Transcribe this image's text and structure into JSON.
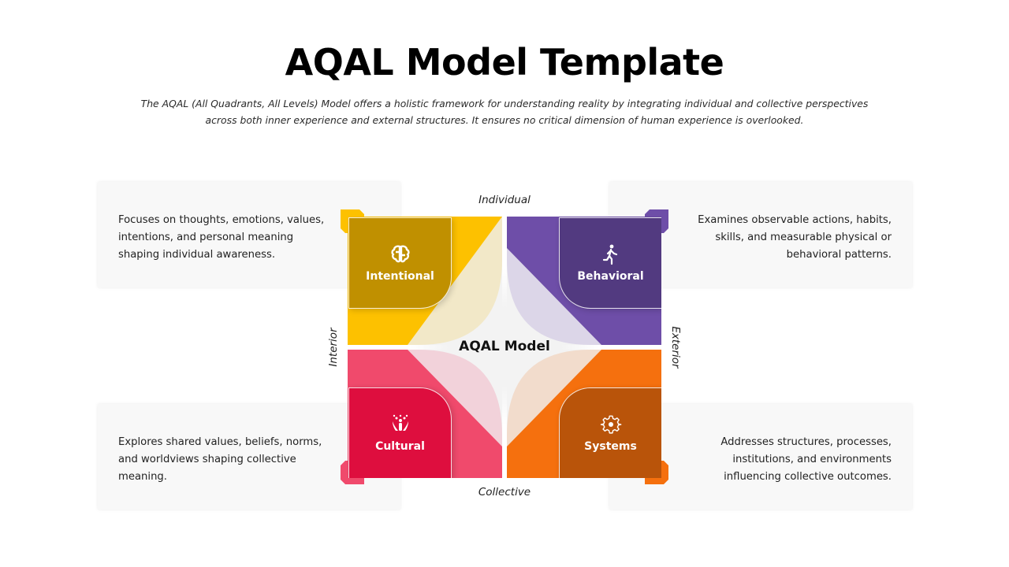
{
  "header": {
    "title": "AQAL Model Template",
    "subtitle_line1": "The AQAL (All Quadrants, All Levels) Model offers a holistic framework for understanding reality by integrating individual and collective perspectives",
    "subtitle_line2": "across both inner experience and external structures. It ensures no critical dimension of human experience is overlooked."
  },
  "diagram": {
    "center_title": "AQAL Model",
    "axis_labels": {
      "top": "Individual",
      "bottom": "Collective",
      "left": "Interior",
      "right": "Exterior"
    },
    "quadrants": [
      {
        "label": "Intentional",
        "icon": "brain-icon",
        "outer_color": "#fdc100",
        "inner_color": "#c09000",
        "tint_color": "#f2e8c8",
        "description": [
          "Focuses on thoughts, emotions, values,",
          "intentions, and personal meaning",
          "shaping individual awareness."
        ]
      },
      {
        "label": "Behavioral",
        "icon": "running-person-icon",
        "outer_color": "#6e4ea8",
        "inner_color": "#523a80",
        "tint_color": "#dcd6e8",
        "description": [
          "Examines observable actions, habits,",
          "skills, and measurable physical or",
          "behavioral patterns."
        ]
      },
      {
        "label": "Cultural",
        "icon": "community-icon",
        "outer_color": "#f04a6c",
        "inner_color": "#de0e3e",
        "tint_color": "#f2d2da",
        "description": [
          "Explores shared values, beliefs, norms,",
          "and worldviews shaping collective",
          "meaning."
        ]
      },
      {
        "label": "Systems",
        "icon": "gear-icon",
        "outer_color": "#f5700e",
        "inner_color": "#b9540a",
        "tint_color": "#f2dccc",
        "description": [
          "Addresses structures, processes,",
          "institutions, and environments",
          "influencing collective outcomes."
        ]
      }
    ]
  }
}
